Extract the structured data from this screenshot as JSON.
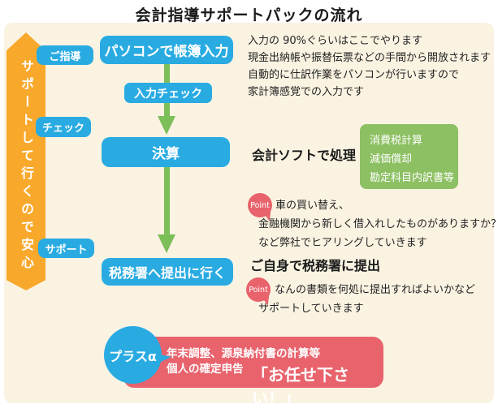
{
  "title": "会計指導サポートパックの流れ",
  "ribbon": {
    "text": "サポートして行くので安心"
  },
  "stages": {
    "labels": [
      "ご指導",
      "チェック",
      "サポート"
    ]
  },
  "flow": {
    "boxes": [
      "パソコンで帳簿入力",
      "入力チェック",
      "決算",
      "税務署へ提出に行く"
    ]
  },
  "input_note": {
    "lines": [
      "入力の 90%ぐらいはここでやります",
      "現金出納帳や振替伝票などの手間から開放されます",
      "自動的に仕訳作業をパソコンが行いますので",
      "家計簿感覚での入力です"
    ]
  },
  "software": {
    "heading": "会計ソフトで処理",
    "items": [
      "消費税計算",
      "減価償却",
      "勘定科目内訳書等"
    ]
  },
  "point1": {
    "label": "Point",
    "lines": [
      "車の買い替え、",
      "金融機関から新しく借入れしたものがありますか？",
      "など弊社でヒアリングしていきます"
    ]
  },
  "self_submit": {
    "heading": "ご自身で税務署に提出"
  },
  "point2": {
    "label": "Point",
    "lines": [
      "なんの書類を何処に提出すればよいかなど",
      "サポートしていきます"
    ]
  },
  "plus": {
    "bubble_label": "プラスα",
    "lines": [
      "年末調整、源泉納付書の計算等",
      "個人の確定申告"
    ],
    "emphasis": "「お任せ下さい！」"
  },
  "colors": {
    "background_panel": "#FAF3E2",
    "primary_blue": "#29ABE2",
    "ribbon_orange": "#F8A82B",
    "arrow_green": "#7CBE58",
    "software_green": "#8DC063",
    "accent_red": "#E8636C"
  }
}
